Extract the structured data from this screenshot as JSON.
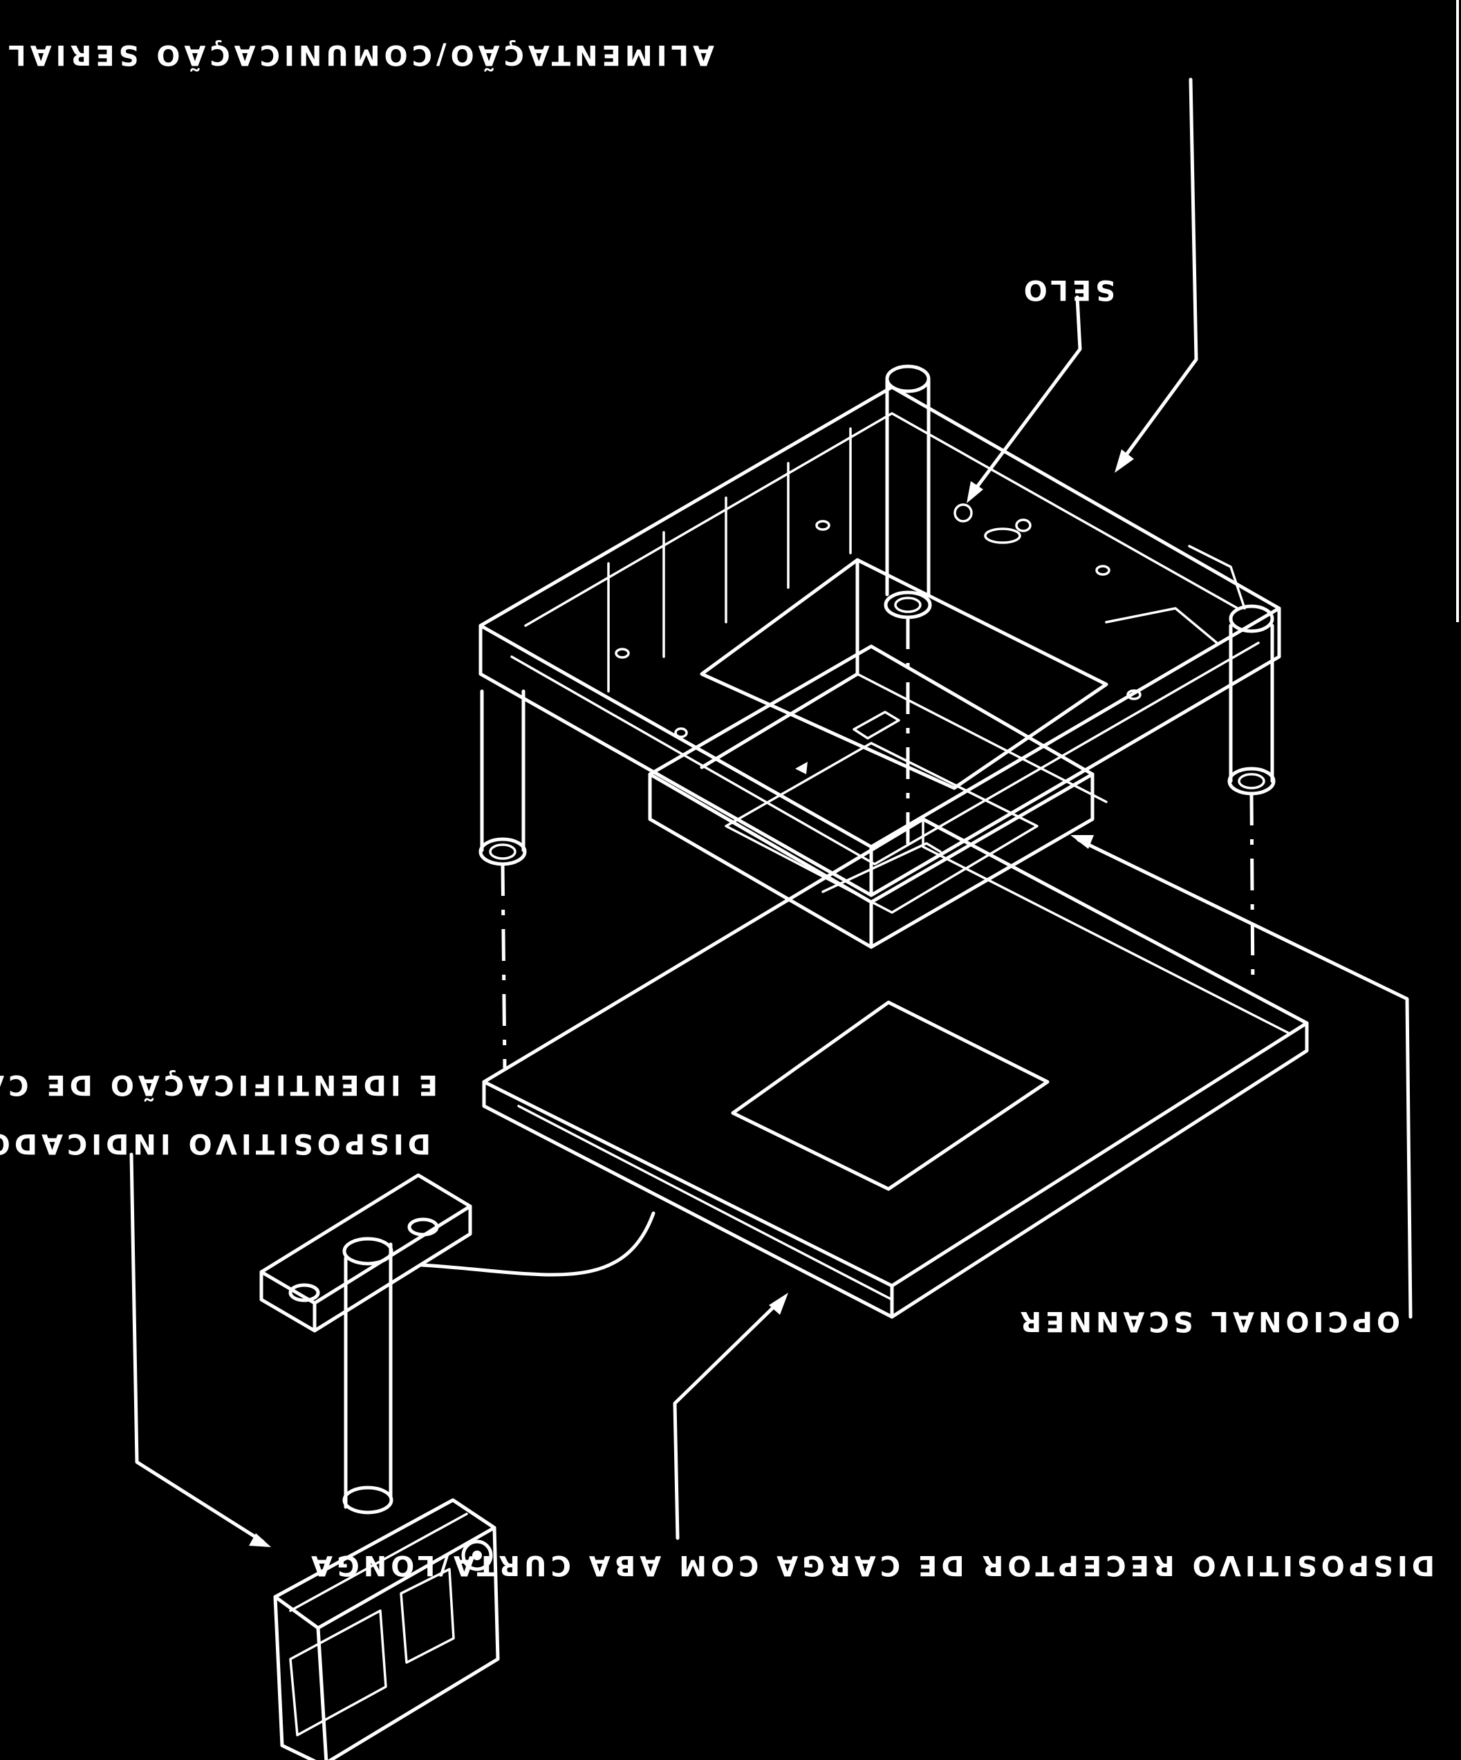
{
  "labels": {
    "power_serial": "ALIMENTAÇÃO/COMUNICAÇÃO SERIAL",
    "seal": "SELO",
    "indicator_line2": "E IDENTIFICAÇÃO DE CAPACIDADE",
    "indicator_line1": "DISPOSITIVO INDICADOR/TECLADO",
    "scanner": "OPCIONAL SCANNER",
    "load_receptor": "DISPOSITIVO RECEPTOR DE CARGA COM ABA CURTA/LONGA"
  }
}
